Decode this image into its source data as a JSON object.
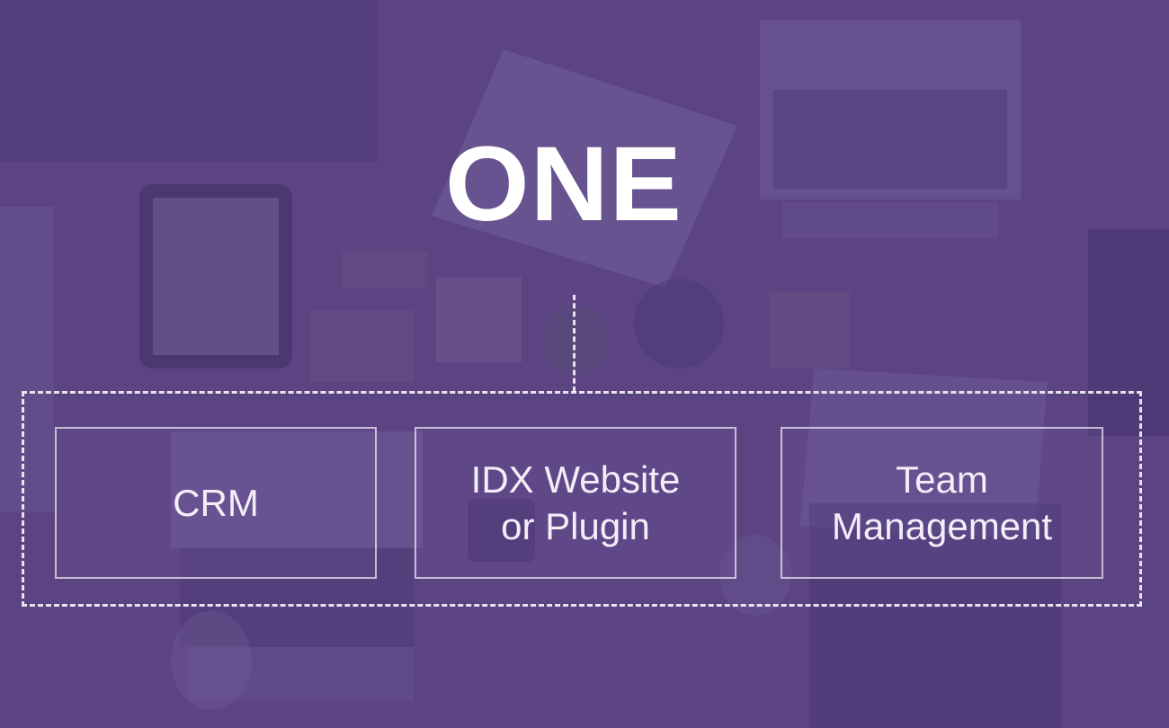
{
  "title": "ONE",
  "boxes": [
    {
      "label": "CRM"
    },
    {
      "label": "IDX Website\nor Plugin"
    },
    {
      "label": "Team\nManagement"
    }
  ],
  "colors": {
    "overlay": "#5b4389",
    "text": "#ffffff",
    "dashed_line": "#ffffff"
  }
}
